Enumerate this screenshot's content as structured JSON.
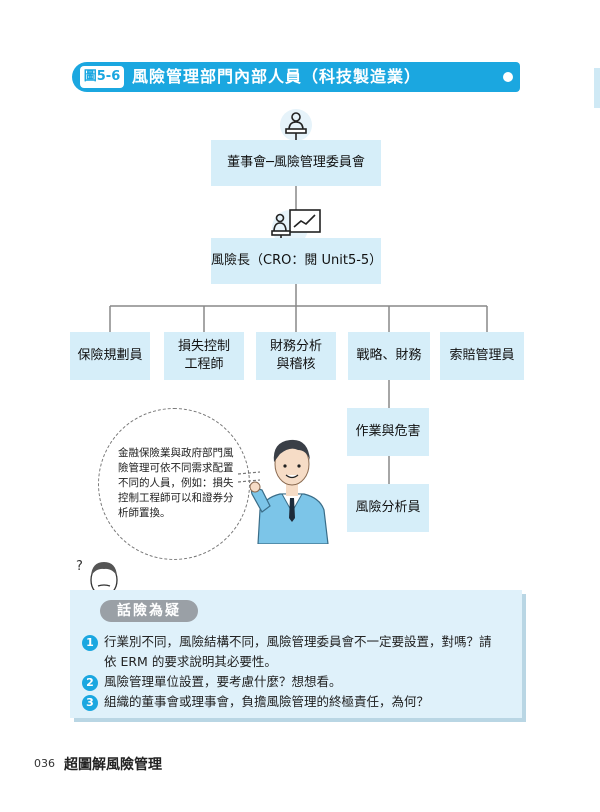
{
  "header": {
    "figure_label": "圖5-6",
    "title": "風險管理部門內部人員（科技製造業）"
  },
  "org_chart": {
    "board": "董事會─風險管理委員會",
    "cro": "風險長（CRO：閱 Unit5-5）",
    "departments": {
      "insurance_planner": "保險規劃員",
      "loss_control": [
        "損失控制",
        "工程師"
      ],
      "finance_audit": [
        "財務分析",
        "與稽核"
      ],
      "strategy_finance": "戰略、財務",
      "claims_manager": "索賠管理員",
      "operations_hazard": "作業與危害",
      "risk_analyst": "風險分析員"
    }
  },
  "bubble": {
    "lines": [
      "金融保險業與政府部門風",
      "險管理可依不同需求配置",
      "不同的人員，例如：損失",
      "控制工程師可以和證券分",
      "析師置換。"
    ]
  },
  "qa": {
    "tag": "話險為疑",
    "questions": [
      {
        "num": "1",
        "line1": "行業別不同，風險結構不同，風險管理委員會不一定要設置，對嗎？請",
        "line2": "依 ERM 的要求說明其必要性。"
      },
      {
        "num": "2",
        "line1": "風險管理單位設置，要考慮什麼？想想看。"
      },
      {
        "num": "3",
        "line1": "組織的董事會或理事會，負擔風險管理的終極責任，為何？"
      }
    ]
  },
  "footer": {
    "page_number": "036",
    "book_title": "超圖解風險管理"
  },
  "colors": {
    "accent": "#1ba7e0",
    "box_fill": "#d6eef9",
    "panel_fill": "#dff1fa"
  }
}
